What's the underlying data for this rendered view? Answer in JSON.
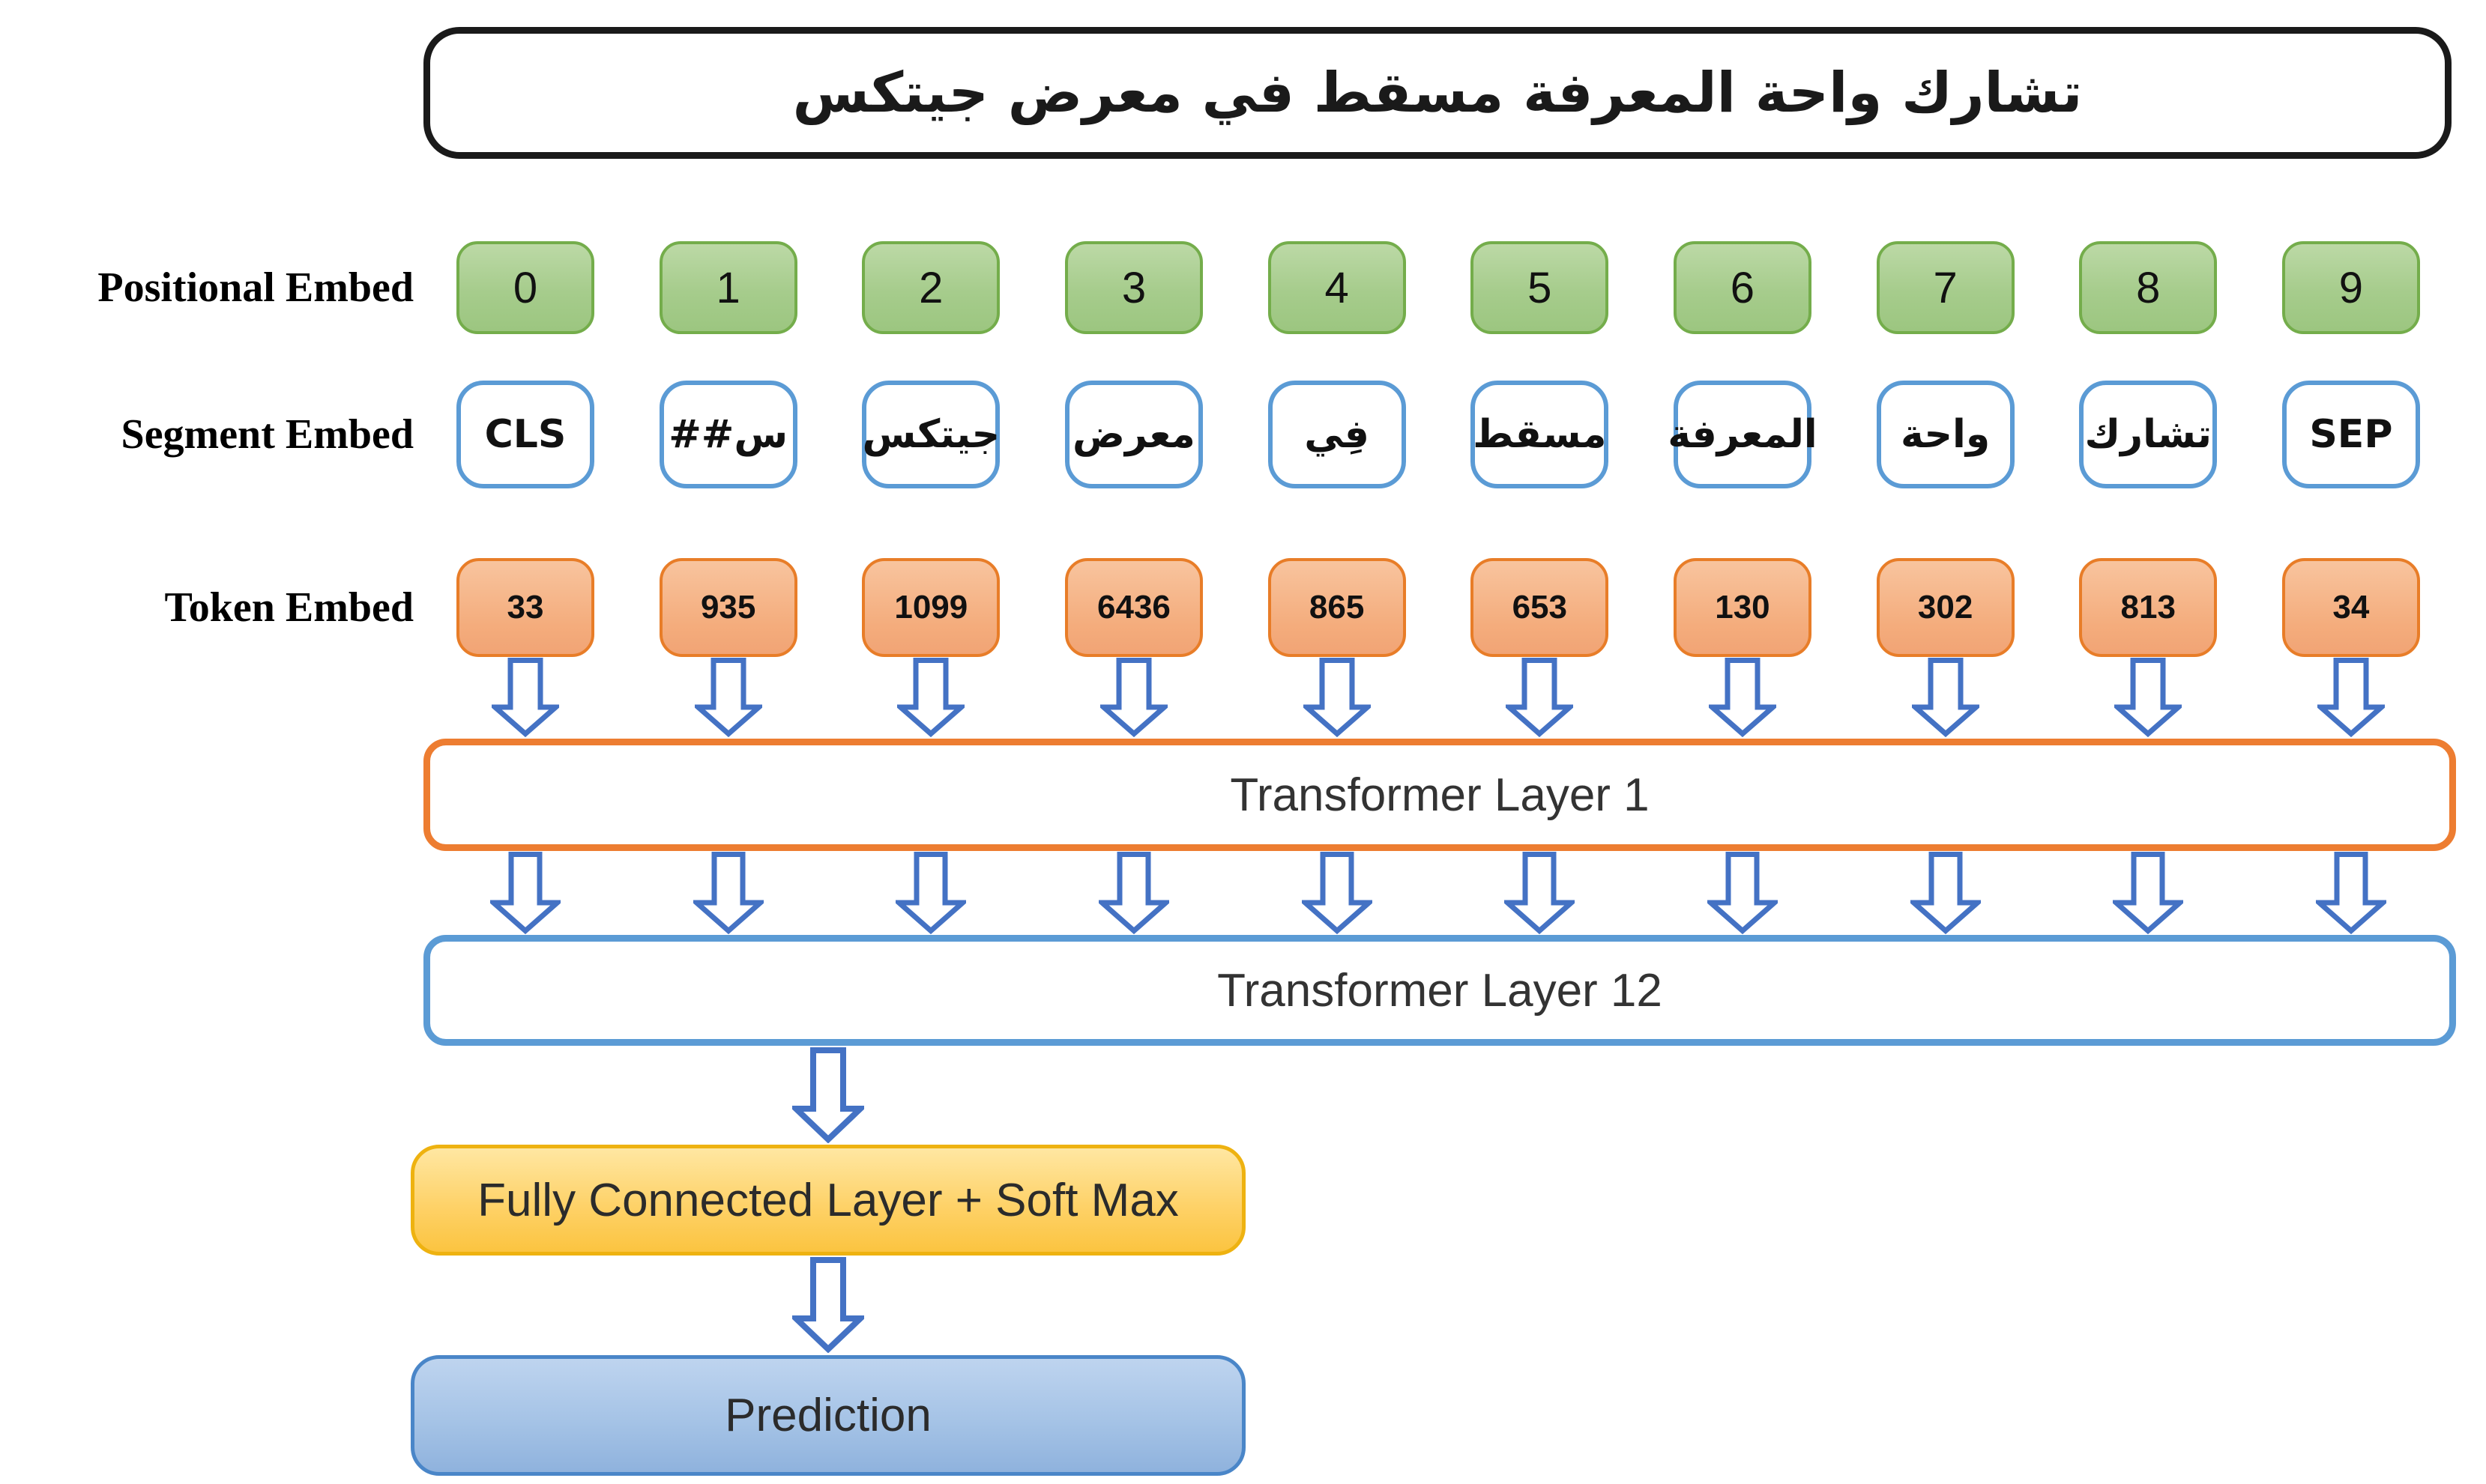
{
  "sentence": "تشارك واحة المعرفة مسقط في معرض جيتكس",
  "rows": {
    "positional": {
      "label": "Positional Embed",
      "values": [
        "0",
        "1",
        "2",
        "3",
        "4",
        "5",
        "6",
        "7",
        "8",
        "9"
      ]
    },
    "segment": {
      "label": "Segment Embed",
      "tokens": [
        "CLS",
        "##س",
        "جيتكس",
        "معرض",
        "فِي",
        "مسقط",
        "المعرفة",
        "واحة",
        "تشارك",
        "SEP"
      ]
    },
    "token": {
      "label": "Token Embed",
      "values": [
        "33",
        "935",
        "1099",
        "6436",
        "865",
        "653",
        "130",
        "302",
        "813",
        "34"
      ]
    }
  },
  "layers": {
    "transformer1": "Transformer Layer 1",
    "transformer12": "Transformer Layer 12",
    "fully_connected": "Fully Connected Layer + Soft Max",
    "prediction": "Prediction"
  },
  "icons": {
    "down_arrow": "hollow block arrow pointing down"
  },
  "colors": {
    "arrow": "#4472c4",
    "sentence_border": "#1a1a1a",
    "positional_fill": "#a6cc8c",
    "positional_border": "#74ad4b",
    "segment_border": "#5b9bd5",
    "token_fill": "#f4ac7c",
    "token_border": "#e87d28",
    "transformer1_border": "#ed7d31",
    "transformer12_border": "#5b9bd5",
    "fc_fill": "#fed269",
    "fc_border": "#eeb210",
    "prediction_fill": "#a5c3e6",
    "prediction_border": "#4a86c8"
  }
}
